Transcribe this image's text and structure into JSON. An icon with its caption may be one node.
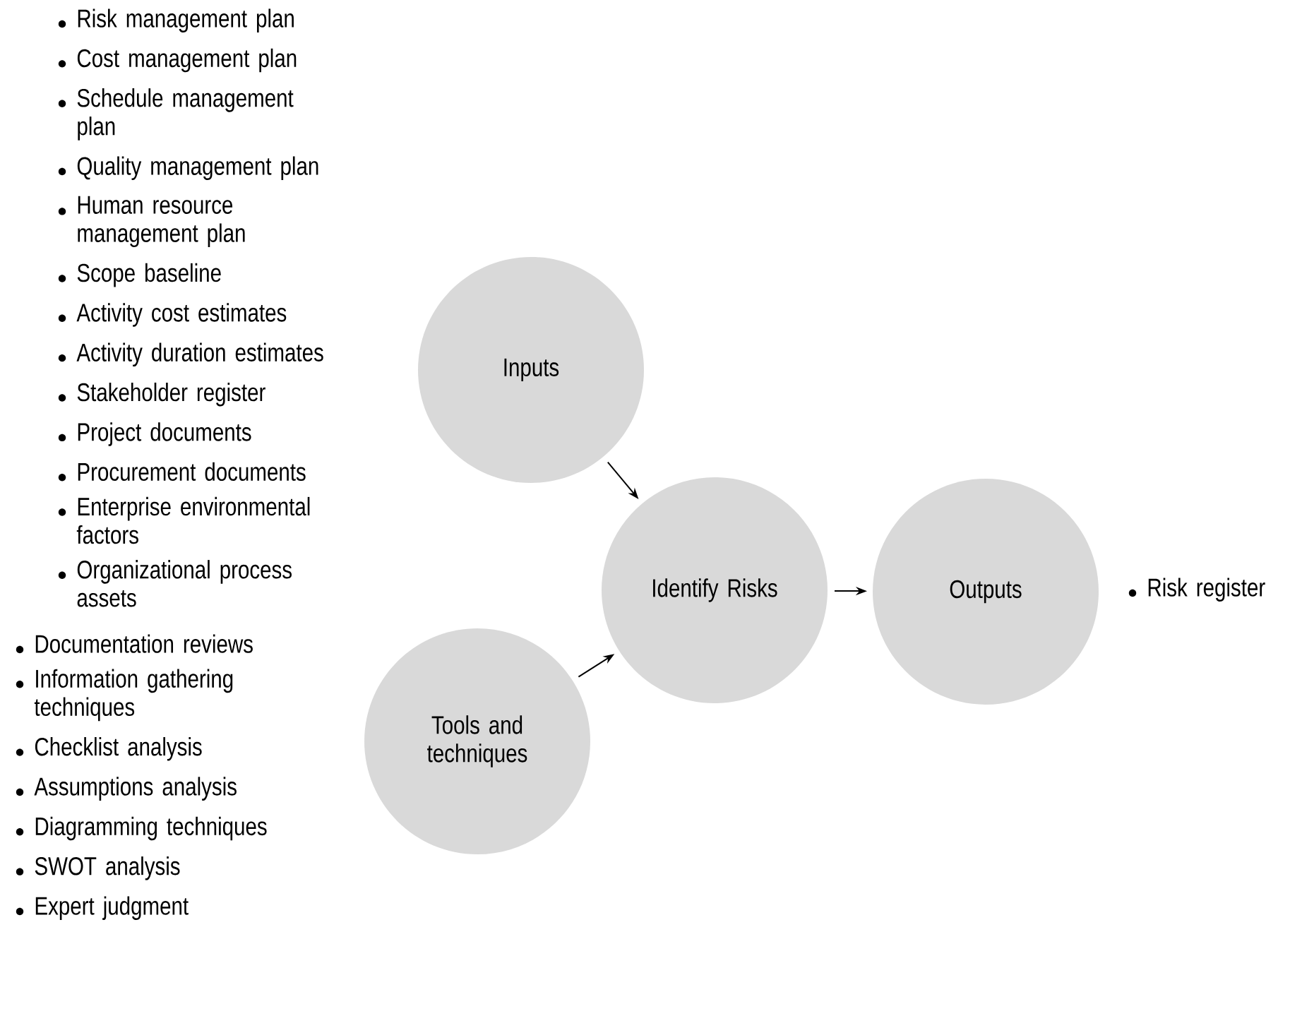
{
  "diagram": {
    "nodes": [
      {
        "text": [
          "Inputs"
        ],
        "beside": [
          "Risk management plan",
          "Cost management plan",
          "Schedule management plan",
          "Quality management plan",
          "Human resource management plan",
          "Scope baseline",
          "Activity cost estimates",
          "Activity duration estimates",
          "Stakeholder register",
          "Project documents",
          "Procurement documents",
          "Enterprise environmental factors",
          "Organizational process assets"
        ]
      },
      {
        "text": [
          "Identify Risks"
        ]
      },
      {
        "text": [
          "Outputs"
        ],
        "beside": [
          "Risk register"
        ]
      },
      {
        "text": [
          "Tools and techniques"
        ],
        "beside": [
          "Documentation reviews",
          "Information gathering techniques",
          "Checklist analysis",
          "Assumptions analysis",
          "Diagramming techniques",
          "SWOT analysis",
          "Expert judgment"
        ]
      }
    ],
    "edges": [
      {
        "from": 0,
        "to": 1,
        "arrow": "to"
      },
      {
        "from": 3,
        "to": 1,
        "arrow": "to"
      },
      {
        "from": 1,
        "to": 2,
        "arrow": "to"
      }
    ]
  }
}
